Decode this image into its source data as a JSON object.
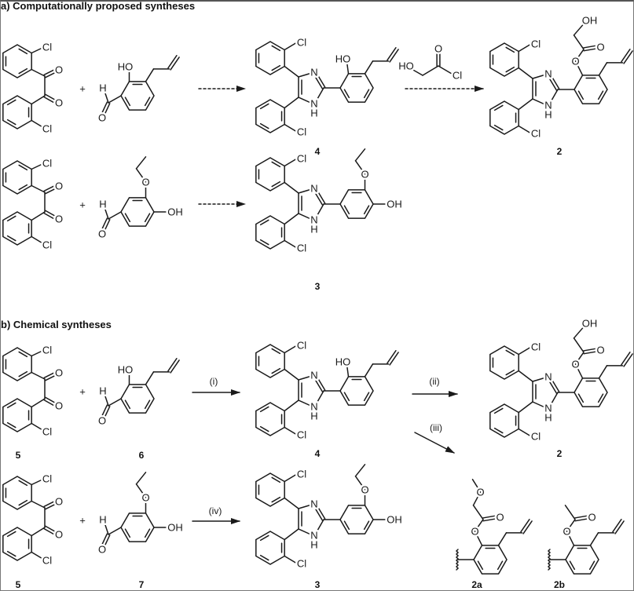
{
  "sections": {
    "a": "a) Computationally proposed syntheses",
    "b": "b) Chemical syntheses"
  },
  "atoms": {
    "Cl": "Cl",
    "O": "O",
    "HO": "HO",
    "OH": "OH",
    "N": "N",
    "H": "H",
    "plus": "+"
  },
  "compounds": {
    "c2": "2",
    "c3": "3",
    "c4": "4",
    "c5": "5",
    "c6": "6",
    "c7": "7",
    "c2a": "2a",
    "c2b": "2b"
  },
  "conditions": {
    "i": "(i)",
    "ii": "(ii)",
    "iii": "(iii)",
    "iv": "(iv)"
  }
}
